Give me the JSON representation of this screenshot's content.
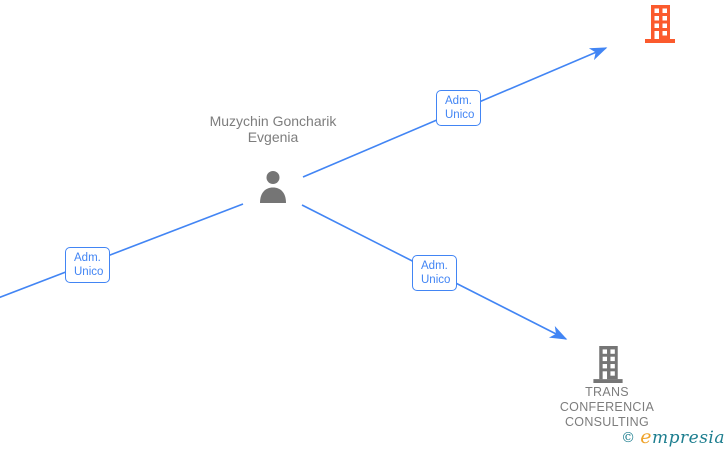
{
  "diagram": {
    "type": "corporate-network",
    "person": {
      "name": "Muzychin Goncharik Evgenia"
    },
    "companies": [
      {
        "name": "",
        "icon": "building-icon",
        "color": "#fb5a2d",
        "position": "top-right"
      },
      {
        "name": "TRANS CONFERENCIA CONSULTING",
        "icon": "building-icon",
        "color": "#757575",
        "position": "bottom-right"
      }
    ],
    "edges": [
      {
        "label": "Adm. Unico",
        "from": "person",
        "to": "company-top-right",
        "arrow": true
      },
      {
        "label": "Adm. Unico",
        "from": "person",
        "to": "offscreen-left",
        "arrow": false
      },
      {
        "label": "Adm. Unico",
        "from": "person",
        "to": "company-bottom-right",
        "arrow": true
      }
    ],
    "colors": {
      "edge_blue": "#4285f4",
      "node_gray": "#757575",
      "label_gray": "#7d7d7d",
      "company_accent_orange": "#fb5a2d",
      "watermark_teal": "#1d7e8f",
      "watermark_gold": "#efa32b"
    },
    "watermark": {
      "symbol": "©",
      "brand_initial": "e",
      "brand_rest": "mpresia"
    }
  }
}
